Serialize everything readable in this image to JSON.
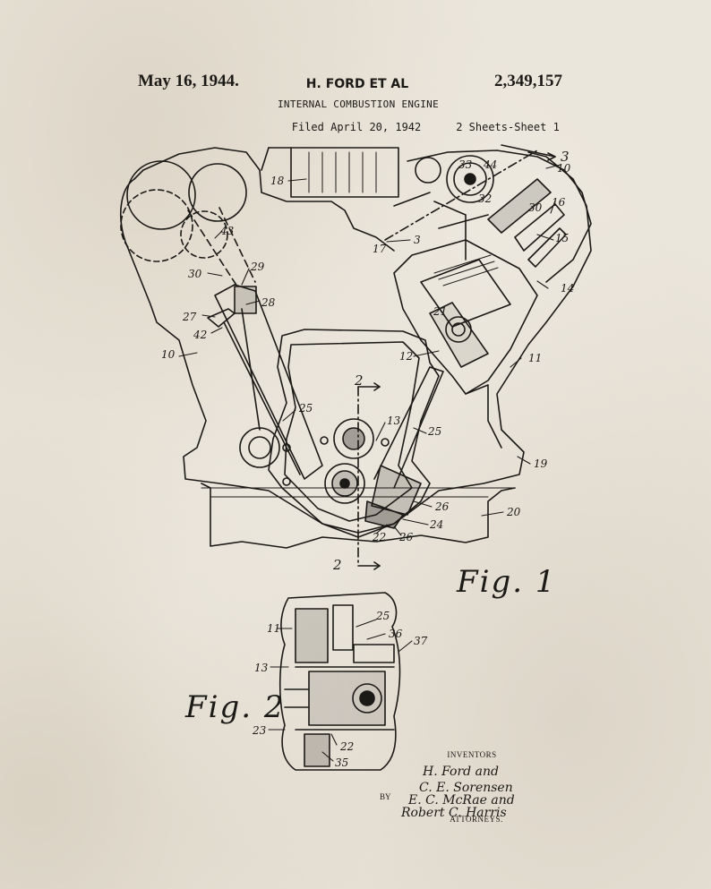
{
  "header": {
    "date": "May 16, 1944.",
    "inventor": "H. FORD ET AL",
    "patent_number": "2,349,157",
    "subject": "INTERNAL COMBUSTION ENGINE",
    "filed": "Filed April 20, 1942",
    "sheets": "2 Sheets-Sheet 1"
  },
  "figures": {
    "fig1_label": "Fig. 1",
    "fig2_label": "Fig. 2"
  },
  "reference_numerals": {
    "fig1": [
      "18",
      "17",
      "3",
      "33",
      "44",
      "10",
      "32",
      "16",
      "30",
      "3",
      "15",
      "14",
      "43",
      "30",
      "29",
      "28",
      "27",
      "42",
      "10",
      "21",
      "12",
      "11",
      "25",
      "2",
      "13",
      "25",
      "19",
      "26",
      "24",
      "22",
      "26",
      "20",
      "2"
    ],
    "fig2": [
      "11",
      "25",
      "36",
      "37",
      "13",
      "23",
      "22",
      "35"
    ]
  },
  "signatures": {
    "inventors_label": "INVENTORS",
    "inventor_line_1": "H. Ford and",
    "inventor_line_2": "C. E. Sorensen",
    "by_label": "BY",
    "attorney_line_1": "E. C. McRae and",
    "attorney_line_2": "Robert C. Harris",
    "attorneys_label": "ATTORNEYS."
  },
  "colors": {
    "paper": "#ebe6dc",
    "ink": "#1c1a17"
  }
}
